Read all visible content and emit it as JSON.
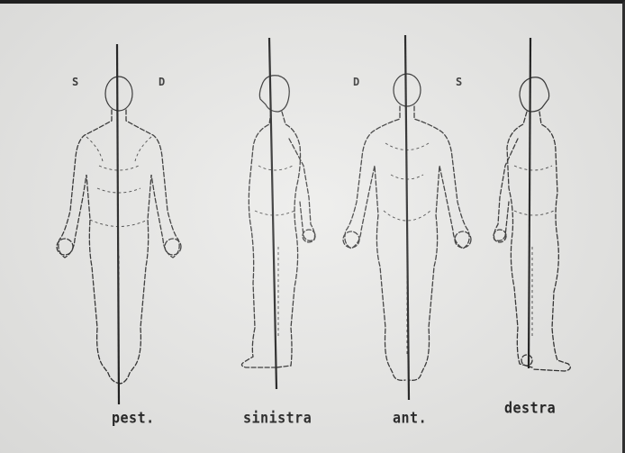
{
  "figures": [
    {
      "caption": "pest.",
      "side_marks": [
        "S",
        "D"
      ]
    },
    {
      "caption": "sinistra",
      "side_marks": []
    },
    {
      "caption": "ant.",
      "side_marks": [
        "D",
        "S"
      ]
    },
    {
      "caption": "destra",
      "side_marks": []
    }
  ]
}
